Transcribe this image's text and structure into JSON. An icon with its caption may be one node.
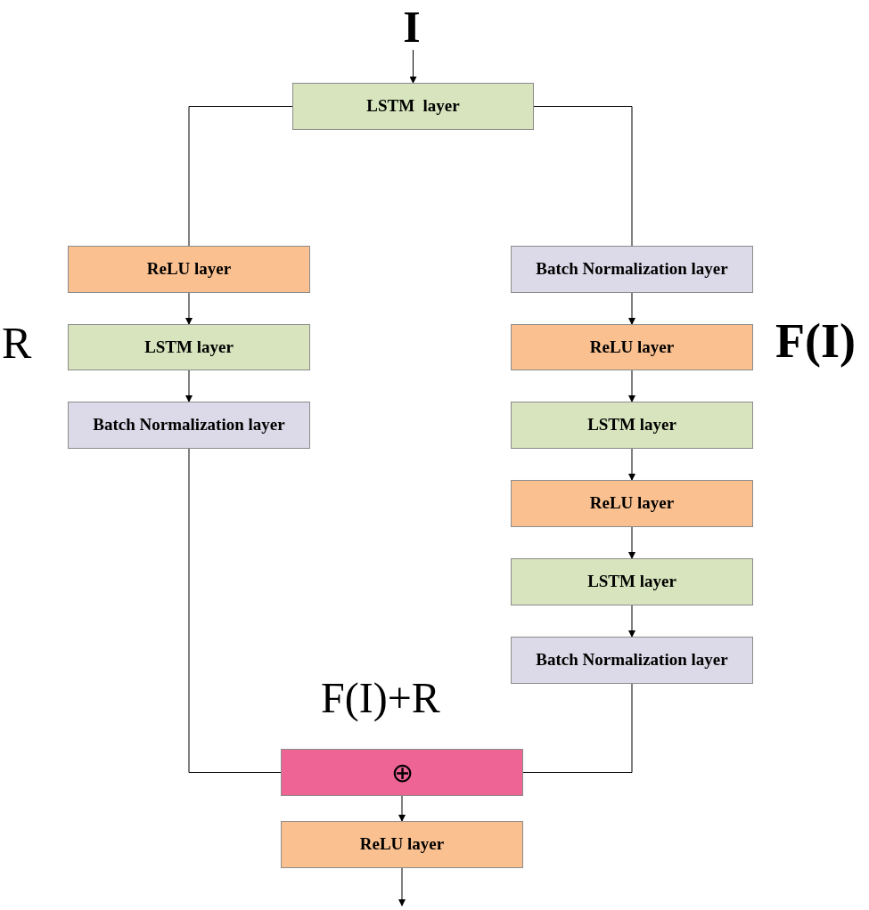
{
  "diagram": {
    "nodes": [
      {
        "text": [
          "I"
        ]
      },
      {
        "text": [
          "LSTM  layer"
        ]
      },
      {
        "text": [
          "ReLU layer"
        ]
      },
      {
        "text": [
          "LSTM layer"
        ]
      },
      {
        "text": [
          "Batch Normalization layer"
        ]
      },
      {
        "text": [
          "Batch Normalization layer"
        ]
      },
      {
        "text": [
          "ReLU layer"
        ]
      },
      {
        "text": [
          "LSTM layer"
        ]
      },
      {
        "text": [
          "ReLU layer"
        ]
      },
      {
        "text": [
          "LSTM layer"
        ]
      },
      {
        "text": [
          "Batch Normalization layer"
        ]
      },
      {
        "text": [
          "⊕"
        ]
      },
      {
        "text": [
          "ReLU layer"
        ]
      }
    ],
    "edges": [
      {
        "from": 0,
        "to": 1,
        "arrow": "to"
      },
      {
        "from": 1,
        "to": 2,
        "arrow": "none"
      },
      {
        "from": 1,
        "to": 5,
        "arrow": "none"
      },
      {
        "from": 2,
        "to": 3,
        "arrow": "to"
      },
      {
        "from": 3,
        "to": 4,
        "arrow": "to"
      },
      {
        "from": 4,
        "to": 11,
        "arrow": "none"
      },
      {
        "from": 5,
        "to": 6,
        "arrow": "to"
      },
      {
        "from": 6,
        "to": 7,
        "arrow": "to"
      },
      {
        "from": 7,
        "to": 8,
        "arrow": "to"
      },
      {
        "from": 8,
        "to": 9,
        "arrow": "to"
      },
      {
        "from": 9,
        "to": 10,
        "arrow": "to"
      },
      {
        "from": 10,
        "to": 11,
        "arrow": "none"
      },
      {
        "from": 11,
        "to": 12,
        "arrow": "to"
      },
      {
        "from": 12,
        "to": null,
        "arrow": "to"
      }
    ],
    "labels": [
      "R",
      "F(I)",
      "F(I)+R"
    ]
  }
}
